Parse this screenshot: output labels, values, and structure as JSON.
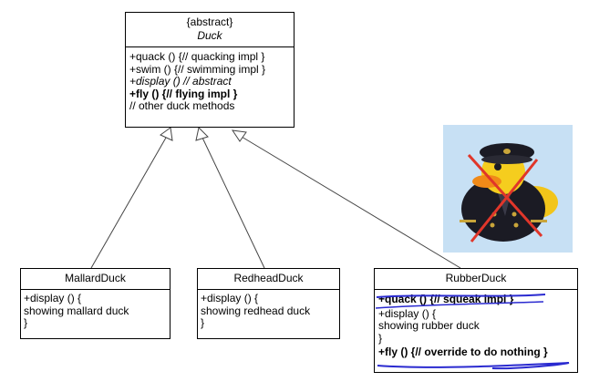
{
  "duck": {
    "stereotype": "{abstract}",
    "name": "Duck",
    "methods": [
      "+quack () {// quacking impl }",
      "+swim () {// swimming impl }",
      "+display () // abstract",
      "+fly () {// flying impl }",
      " // other duck methods"
    ]
  },
  "mallard": {
    "name": "MallardDuck",
    "methods": [
      "+display () {",
      " showing mallard duck",
      "}"
    ]
  },
  "redhead": {
    "name": "RedheadDuck",
    "methods": [
      "+display () {",
      " showing redhead duck",
      "}"
    ]
  },
  "rubber": {
    "name": "RubberDuck",
    "methods": [
      "+quack () {// squeak impl }",
      "+display () {",
      " showing rubber duck",
      "}",
      "+fly () {// override to do nothing }"
    ]
  },
  "colors": {
    "annotation_blue": "#2a2ad0",
    "cross_red": "#e0362a",
    "photo_bg": "#c7e0f4"
  },
  "icons": {
    "duck_photo": "rubber-duck-pilot-crossed-out-icon"
  }
}
